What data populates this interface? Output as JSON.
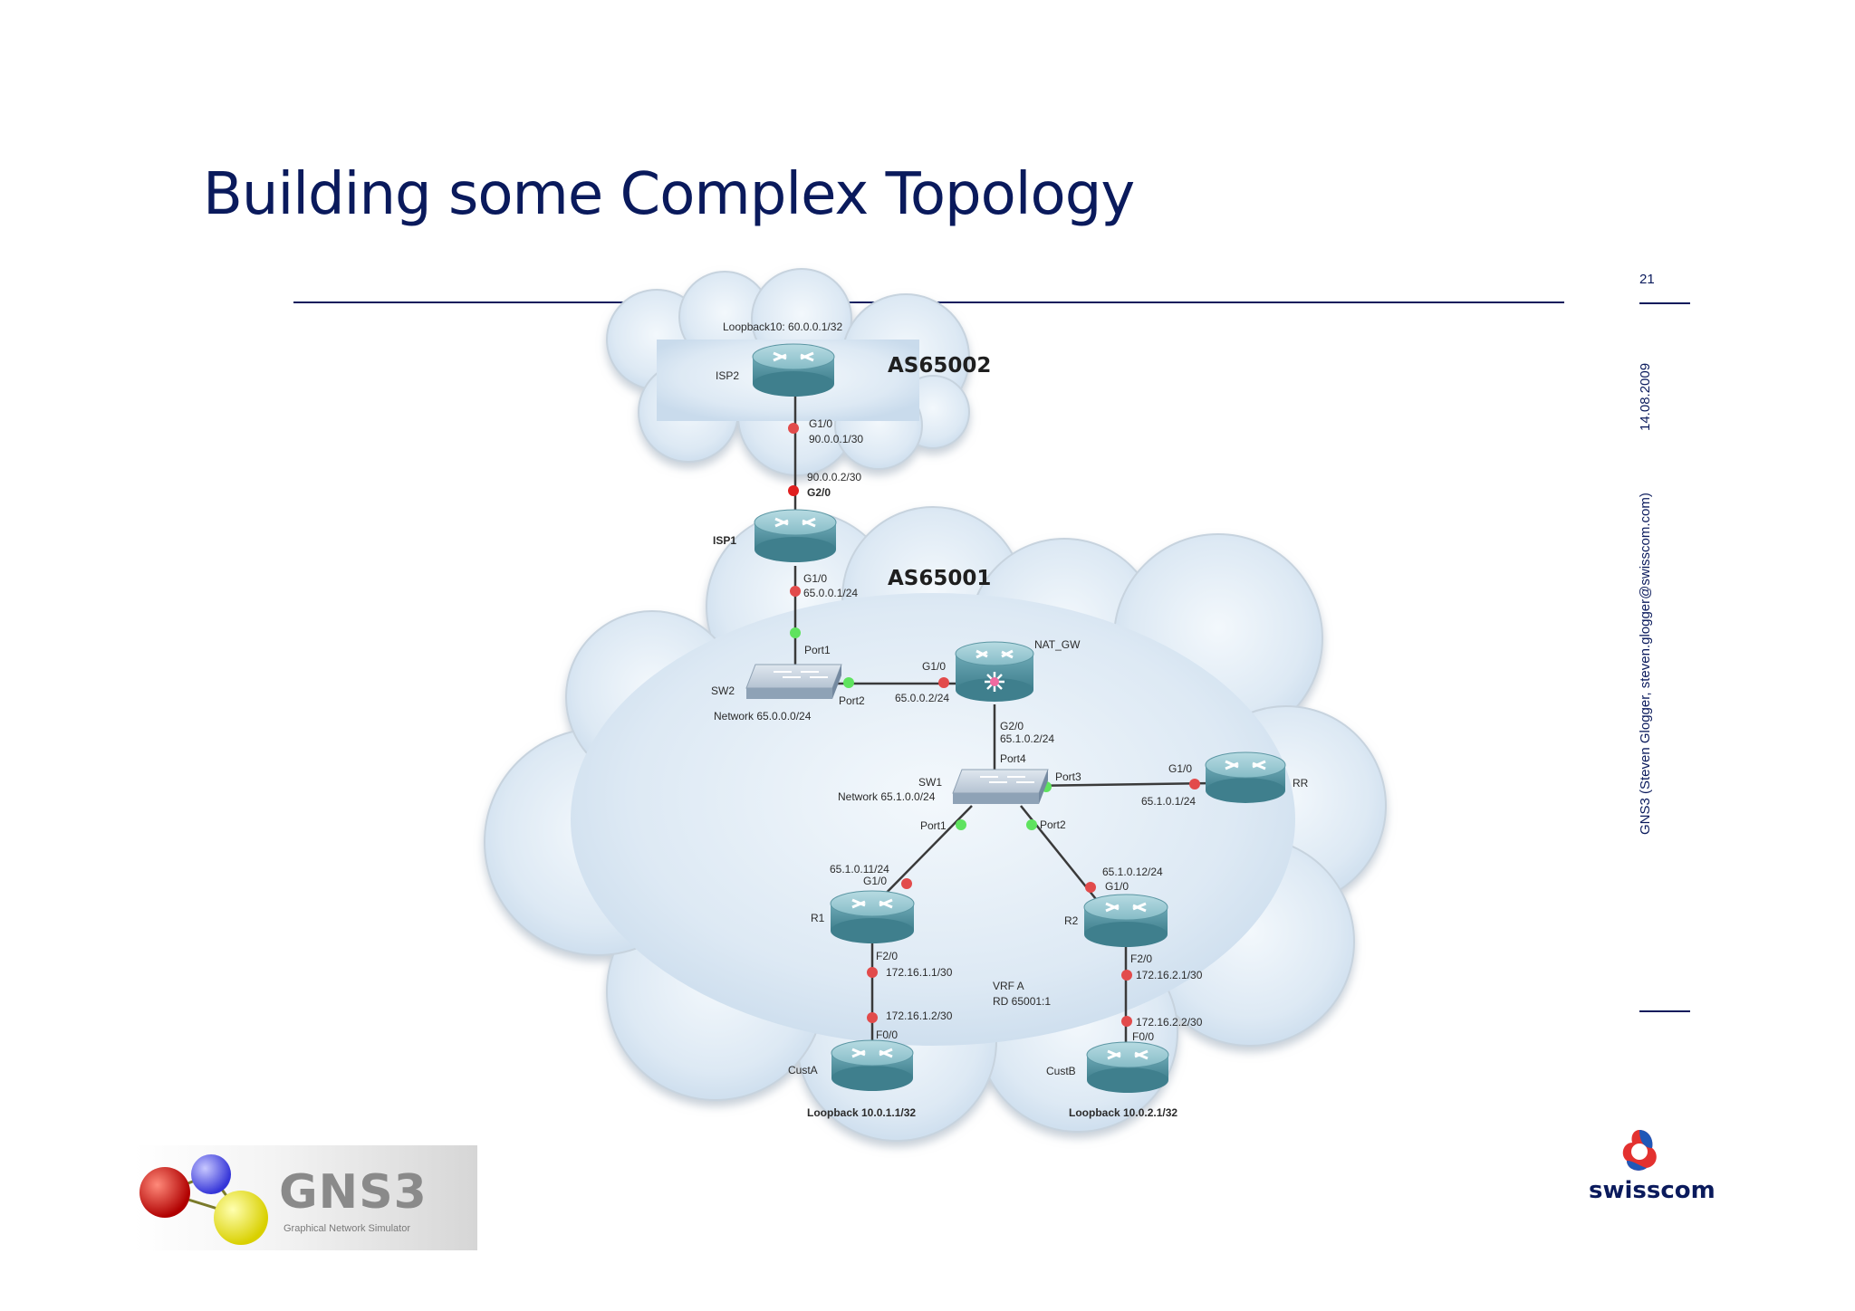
{
  "slide": {
    "title": "Building some Complex Topology",
    "page_number": "21",
    "date": "14.08.2009",
    "author": "GNS3 (Steven Glogger, steven.glogger@swisscom.com)"
  },
  "diagram": {
    "as_labels": [
      "AS65002",
      "AS65001"
    ],
    "devices": {
      "isp2": "ISP2",
      "isp1": "ISP1",
      "sw2": "SW2",
      "nat_gw": "NAT_GW",
      "sw1": "SW1",
      "rr": "RR",
      "r1": "R1",
      "r2": "R2",
      "custa": "CustA",
      "custb": "CustB"
    },
    "labels": {
      "isp2_loopback": "Loopback10: 60.0.0.1/32",
      "isp2_g10": "G1/0",
      "isp2_g10_ip": "90.0.0.1/30",
      "isp1_g20_ip": "90.0.0.2/30",
      "isp1_g20": "G2/0",
      "isp1_g10": "G1/0",
      "isp1_g10_ip": "65.0.0.1/24",
      "sw2_port1": "Port1",
      "sw2_port2": "Port2",
      "sw2_network": "Network 65.0.0.0/24",
      "nat_g10": "G1/0",
      "nat_g10_ip": "65.0.0.2/24",
      "nat_g20": "G2/0",
      "nat_g20_ip": "65.1.0.2/24",
      "sw1_port4": "Port4",
      "sw1_port3": "Port3",
      "sw1_network": "Network 65.1.0.0/24",
      "sw1_port1": "Port1",
      "sw1_port2": "Port2",
      "rr_g10": "G1/0",
      "rr_g10_ip": "65.1.0.1/24",
      "r1_g10_ip": "65.1.0.11/24",
      "r1_g10": "G1/0",
      "r2_g10_ip": "65.1.0.12/24",
      "r2_g10": "G1/0",
      "r1_f20": "F2/0",
      "r1_f20_ip": "172.16.1.1/30",
      "custa_ip": "172.16.1.2/30",
      "custa_f00": "F0/0",
      "r2_f20": "F2/0",
      "r2_f20_ip": "172.16.2.1/30",
      "custb_ip": "172.16.2.2/30",
      "custb_f00": "F0/0",
      "vrf_name": "VRF A",
      "vrf_rd": "RD 65001:1",
      "custa_loopback": "Loopback 10.0.1.1/32",
      "custb_loopback": "Loopback 10.0.2.1/32"
    }
  },
  "logos": {
    "gns3_wordmark": "GNS3",
    "gns3_tagline": "Graphical Network Simulator",
    "swisscom_wordmark": "swisscom"
  },
  "colors": {
    "title_blue": "#0a1a5c",
    "cloud_fill": "#dbe8f4",
    "router_teal": "#6aa7b4",
    "port_red": "#e24b4b",
    "port_green": "#5fe35f"
  }
}
